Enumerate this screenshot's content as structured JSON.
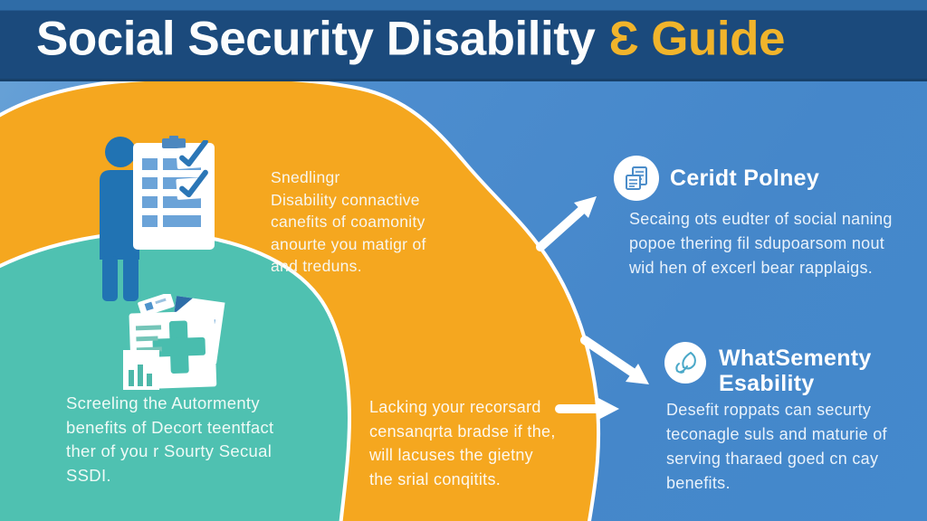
{
  "header": {
    "title": "Social Security Disability",
    "title_accent": "Ɛ Guide"
  },
  "notes": {
    "screening": "Snedlingr\nDisability connactive\ncanefits of coamonity\nanourte you matigr of\nand treduns.",
    "teal": "Screeling the Autormenty\nbenefits of Decort teentfact\nther of you r Sourty Secual\nSSDI.",
    "records": "Lacking your recorsard\ncensanqrta bradse if the,\nwill lacuses the gietny\nthe srial conqitits."
  },
  "sections": [
    {
      "title": "Ceridt Polney",
      "body": "Secaing ots eudter of social naning\npopoe thering fil sdupoarsom nout\nwid hen of excerl bear rapplaigs.",
      "icon": "documents-icon"
    },
    {
      "title": "WhatSementy\nEsability",
      "body": "Desefit roppats can securty\nteconagle suls and maturie of\nserving tharaed goed cn cay\nbenefits.",
      "icon": "leaf-hand-icon"
    }
  ],
  "figures": {
    "person": "person-silhouette",
    "checklist": "checklist-document-icon",
    "checkmarks": "checkmark-icons",
    "medical": "medical-records-icon",
    "arrows": "white-flow-arrows"
  },
  "colors": {
    "header_navy": "#1b4a7c",
    "header_top_strip": "#2f6ca7",
    "background_blue": "#4788cb",
    "background_blue_light": "#6ba4d8",
    "orange_circle": "#f5a71f",
    "teal_circle": "#4fc1b1",
    "accent_yellow": "#f1b42b",
    "figure_blue": "#2173b3",
    "icon_line_blue": "#4a8cc9",
    "icon_teal": "#49bdae",
    "white": "#ffffff"
  }
}
